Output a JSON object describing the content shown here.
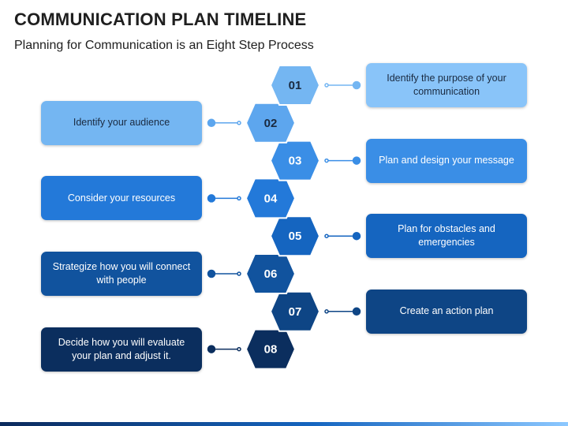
{
  "title": "COMMUNICATION PLAN TIMELINE",
  "subtitle": "Planning for Communication is an Eight Step Process",
  "steps": [
    {
      "num": "01",
      "label": "Identify the purpose of your communication",
      "side": "right",
      "box_color": "#89c4f9",
      "hex_color": "#74b6f2",
      "text_color": "#1a2a40"
    },
    {
      "num": "02",
      "label": "Identify your audience",
      "side": "left",
      "box_color": "#74b6f2",
      "hex_color": "#5da6ee",
      "text_color": "#1a2a40"
    },
    {
      "num": "03",
      "label": "Plan and design your message",
      "side": "right",
      "box_color": "#3a8ee6",
      "hex_color": "#3a8ee6",
      "text_color": "#ffffff"
    },
    {
      "num": "04",
      "label": "Consider your resources",
      "side": "left",
      "box_color": "#2379d9",
      "hex_color": "#2379d9",
      "text_color": "#ffffff"
    },
    {
      "num": "05",
      "label": "Plan for obstacles and emergencies",
      "side": "right",
      "box_color": "#1565c0",
      "hex_color": "#1565c0",
      "text_color": "#ffffff"
    },
    {
      "num": "06",
      "label": "Strategize how you will connect with people",
      "side": "left",
      "box_color": "#11539e",
      "hex_color": "#11539e",
      "text_color": "#ffffff"
    },
    {
      "num": "07",
      "label": "Create an action plan",
      "side": "right",
      "box_color": "#0e4585",
      "hex_color": "#0e4585",
      "text_color": "#ffffff"
    },
    {
      "num": "08",
      "label": "Decide how you will evaluate your plan and adjust it.",
      "side": "left",
      "box_color": "#0b2e5e",
      "hex_color": "#0b2e5e",
      "text_color": "#ffffff"
    }
  ]
}
